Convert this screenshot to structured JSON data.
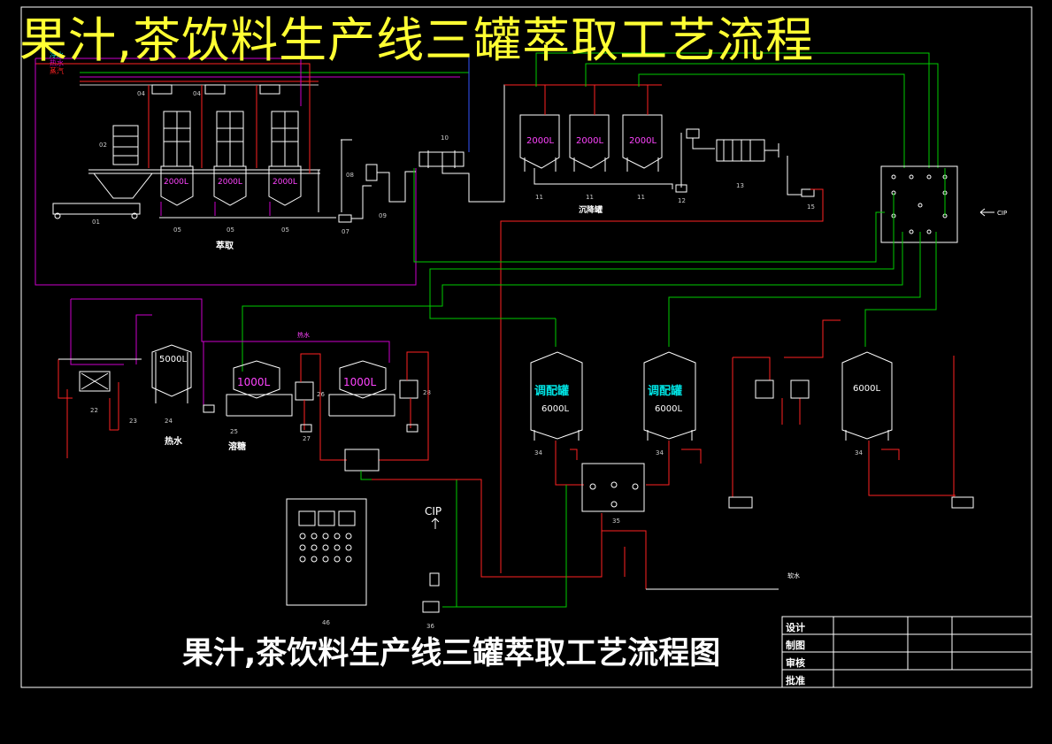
{
  "title_top": "果汁,茶饮料生产线三罐萃取工艺流程",
  "title_bottom": "果汁,茶饮料生产线三罐萃取工艺流程图",
  "legend_lines": [
    "冷水",
    "热水",
    "蒸汽"
  ],
  "tanks": {
    "extraction": [
      "2000L",
      "2000L",
      "2000L"
    ],
    "settling": [
      "2000L",
      "2000L",
      "2000L"
    ],
    "hot_water": "5000L",
    "sugar": [
      "1000L",
      "1000L"
    ],
    "blending_label": "调配罐",
    "blending": [
      "6000L",
      "6000L"
    ],
    "storage": "6000L"
  },
  "section_labels": {
    "extraction": "萃取",
    "settling": "沉降罐",
    "hot_water": "热水",
    "sugar": "溶糖",
    "hot_water_pipe": "热水",
    "return_water": "软水",
    "cip_right": "CIP",
    "cip_bottom": "CIP"
  },
  "equipment_numbers": {
    "n01": "01",
    "n02": "02",
    "n04a": "04",
    "n04b": "04",
    "n05a": "05",
    "n05b": "05",
    "n05c": "05",
    "n07": "07",
    "n08": "08",
    "n09": "09",
    "n10": "10",
    "n11a": "11",
    "n11b": "11",
    "n11c": "11",
    "n12": "12",
    "n13": "13",
    "n15": "15",
    "n22": "22",
    "n23": "23",
    "n24": "24",
    "n25": "25",
    "n26": "26",
    "n27": "27",
    "n28": "28",
    "n34a": "34",
    "n34b": "34",
    "n34c": "34",
    "n35": "35",
    "n36": "36",
    "n46": "46"
  },
  "title_block": [
    "设计",
    "制图",
    "审核",
    "批准"
  ],
  "colors": {
    "background": "#000000",
    "title_yellow": "#ffff33",
    "cold_water": "#00cc00",
    "hot_water": "#cc00cc",
    "steam": "#ff2222",
    "product": "#ffffff",
    "blue_line": "#3355ff",
    "tank_label": "#00e5e5"
  }
}
